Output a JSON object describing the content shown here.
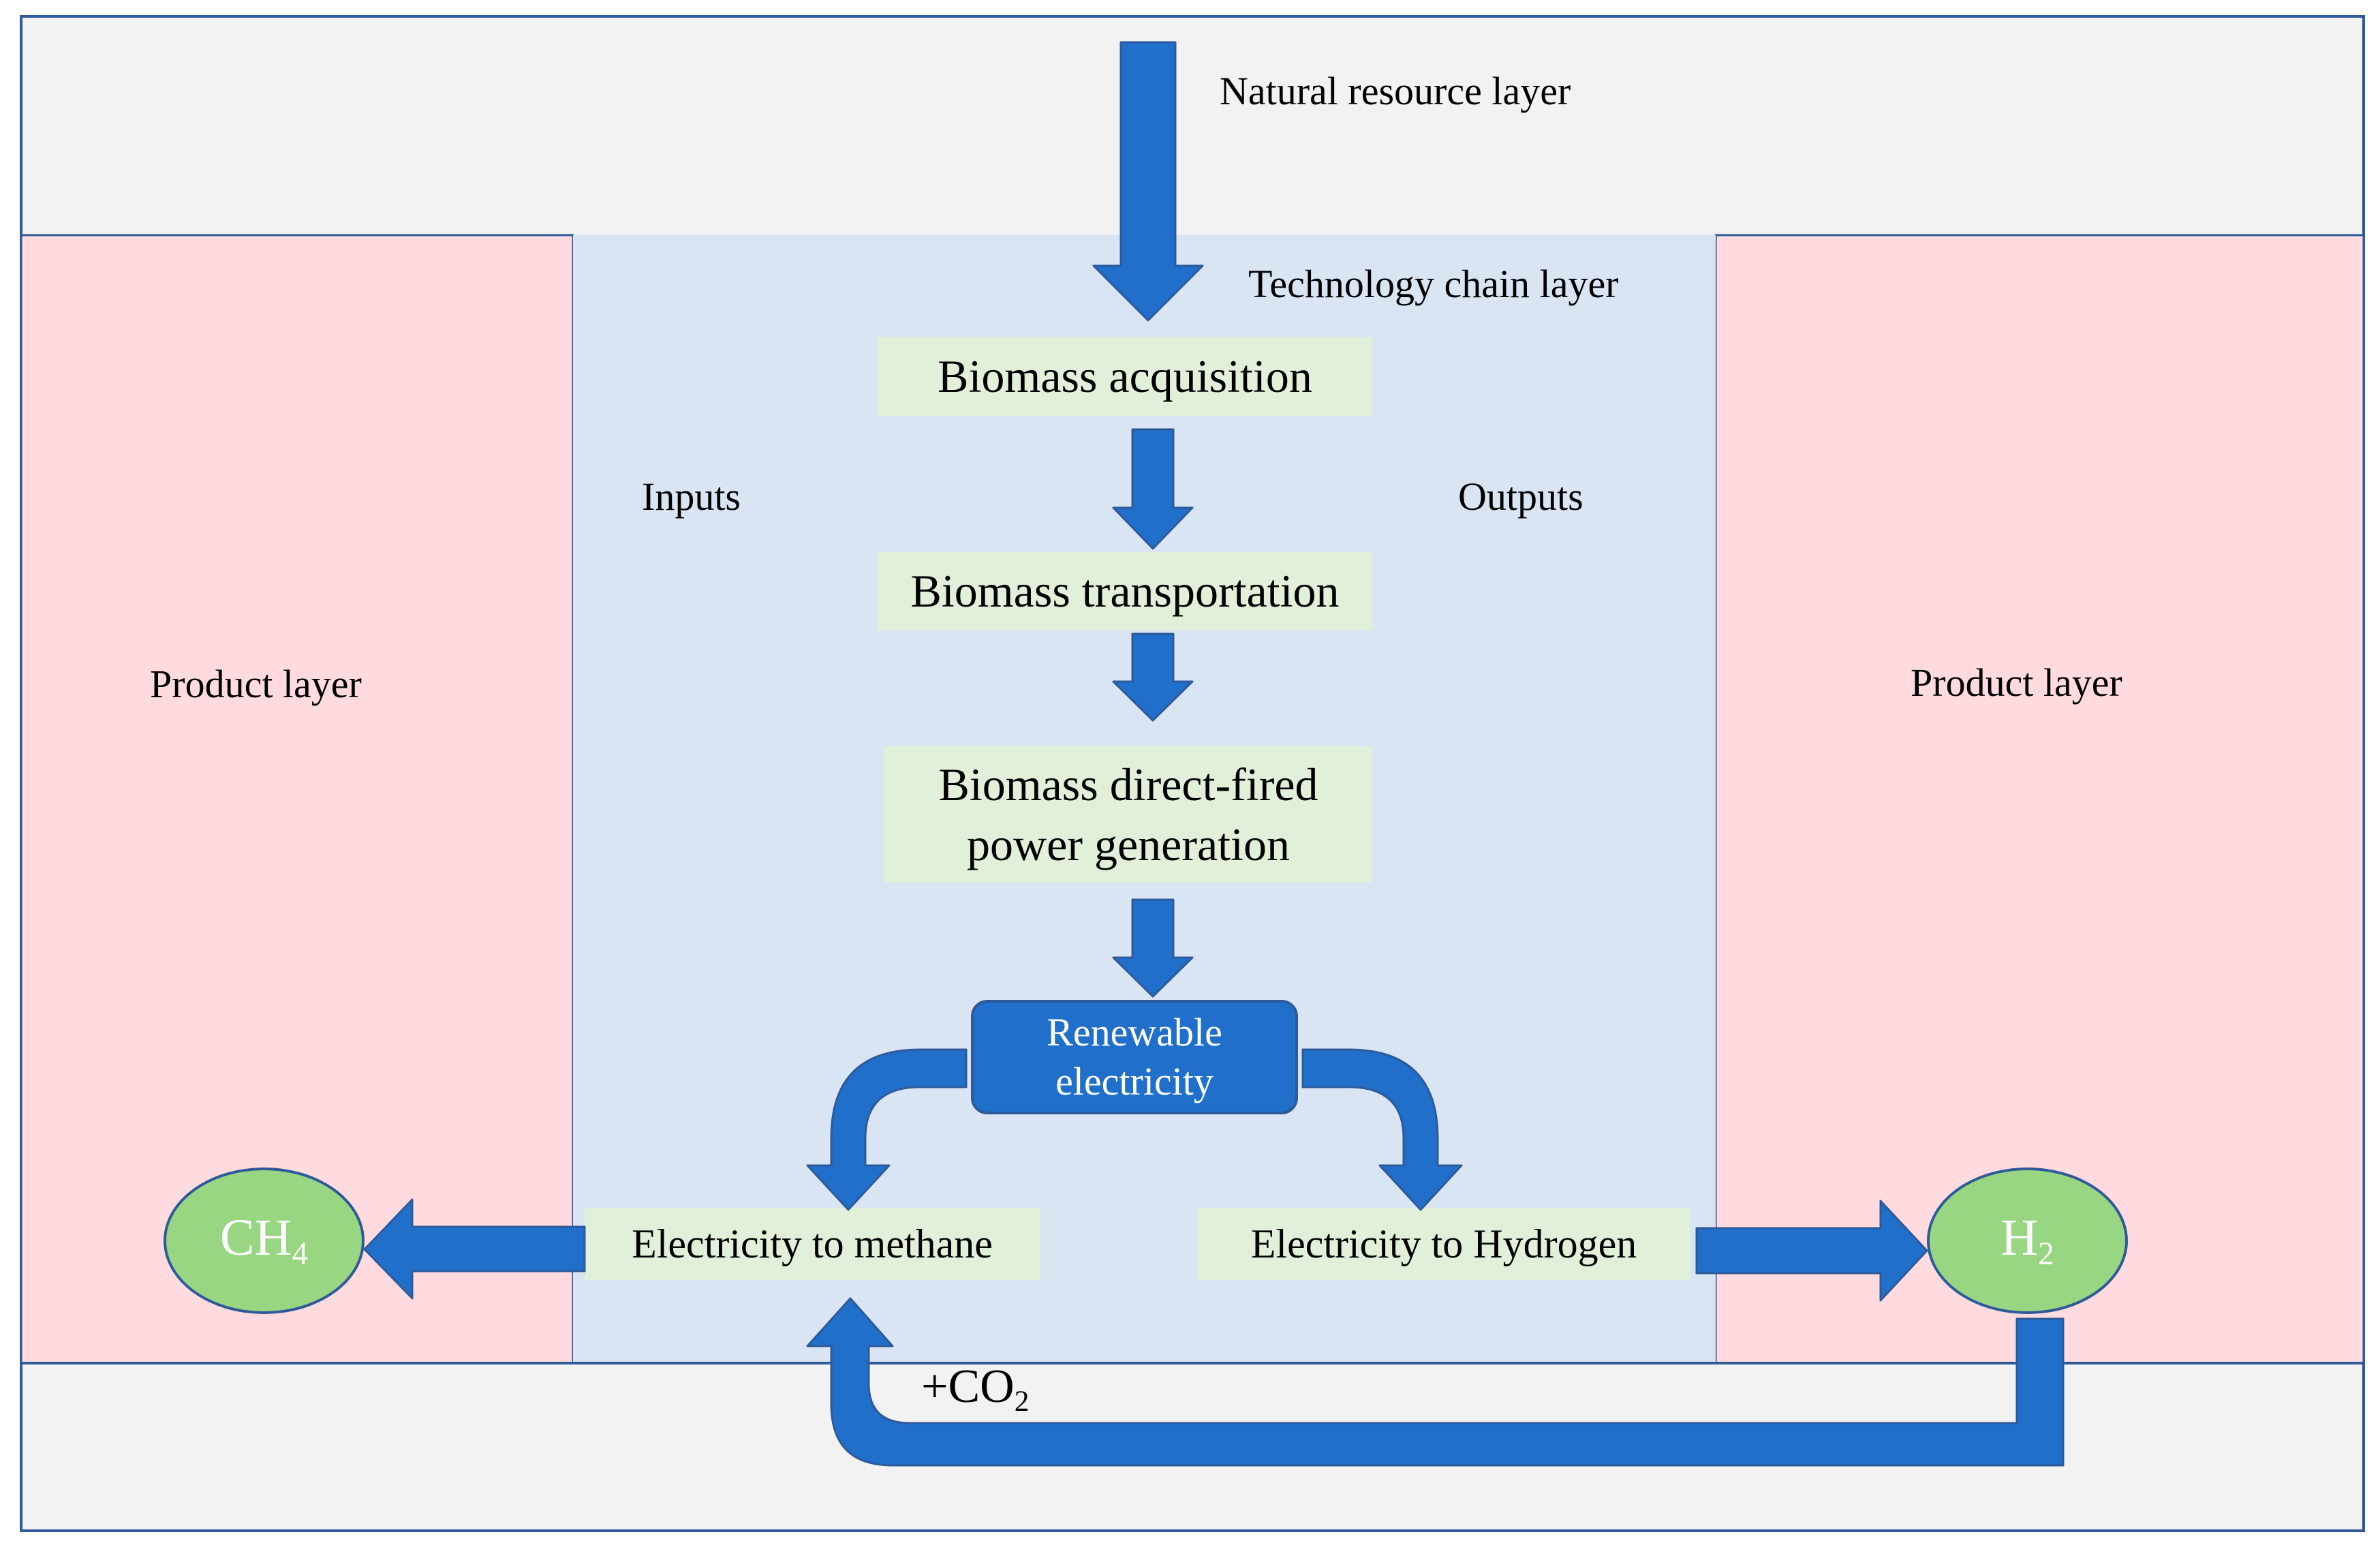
{
  "layers": {
    "natural_resource": "Natural resource layer",
    "technology_chain": "Technology chain layer",
    "product_left": "Product layer",
    "product_right": "Product layer",
    "inputs": "Inputs",
    "outputs": "Outputs"
  },
  "steps": {
    "acquisition": "Biomass acquisition",
    "transportation": "Biomass transportation",
    "power_line1": "Biomass direct-fired",
    "power_line2": "power generation",
    "renewable_line1": "Renewable",
    "renewable_line2": "electricity",
    "to_methane": "Electricity to methane",
    "to_hydrogen": "Electricity to Hydrogen"
  },
  "products": {
    "methane_base": "CH",
    "methane_sub": "4",
    "hydrogen_base": "H",
    "hydrogen_sub": "2",
    "co2_base": "+CO",
    "co2_sub": "2"
  },
  "colors": {
    "arrow": "#1f6fcb",
    "tech_layer": "#dae5f4",
    "product_layer": "#ffdbdf",
    "resource_layer": "#f2f2f2",
    "step_box": "#e2f0d9",
    "product_ellipse": "#98d681"
  }
}
